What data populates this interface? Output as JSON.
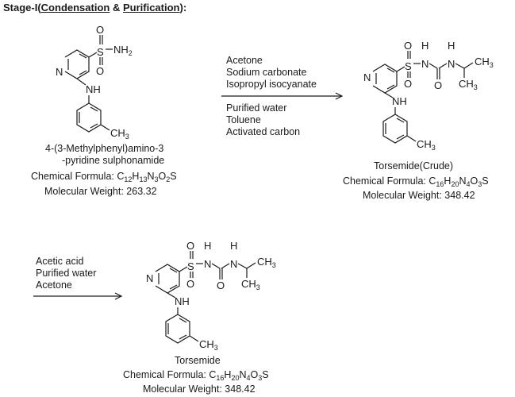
{
  "title": {
    "prefix": "Stage-I(",
    "part1": "Condensation",
    "amp": " & ",
    "part2": "Purification",
    "suffix": "):"
  },
  "compound_1": {
    "name_line1": "4-(3-Methylphenyl)amino-3",
    "name_line2": "-pyridine sulphonamide",
    "formula_prefix": "Chemical Formula: ",
    "formula": "C12H13N3O2S",
    "mw_label": "Molecular Weight: 263.32",
    "atoms": {
      "pyridine_N": "N",
      "NH": "NH",
      "S": "S",
      "NH2": "NH2",
      "O": "O",
      "CH3": "CH3"
    }
  },
  "step_1": {
    "reagents_above": [
      "Acetone",
      "Sodium carbonate",
      "Isopropyl isocyanate"
    ],
    "reagents_below": [
      "Purified water",
      "Toluene",
      "Activated carbon"
    ]
  },
  "compound_2": {
    "name": "Torsemide(Crude)",
    "formula_prefix": "Chemical Formula: ",
    "formula": "C16H20N4O3S",
    "mw_label": "Molecular Weight: 348.42",
    "atoms": {
      "pyridine_N": "N",
      "NH": "NH",
      "S": "S",
      "O": "O",
      "N": "N",
      "H": "H",
      "CH3": "CH3"
    }
  },
  "step_2": {
    "reagents_above": [
      "Acetic acid",
      "Purified water",
      "Acetone"
    ]
  },
  "compound_3": {
    "name": "Torsemide",
    "formula_prefix": "Chemical Formula: ",
    "formula": "C16H20N4O3S",
    "mw_label": "Molecular Weight: 348.42",
    "atoms": {
      "pyridine_N": "N",
      "NH": "NH",
      "S": "S",
      "O": "O",
      "N": "N",
      "H": "H",
      "CH3": "CH3"
    }
  }
}
